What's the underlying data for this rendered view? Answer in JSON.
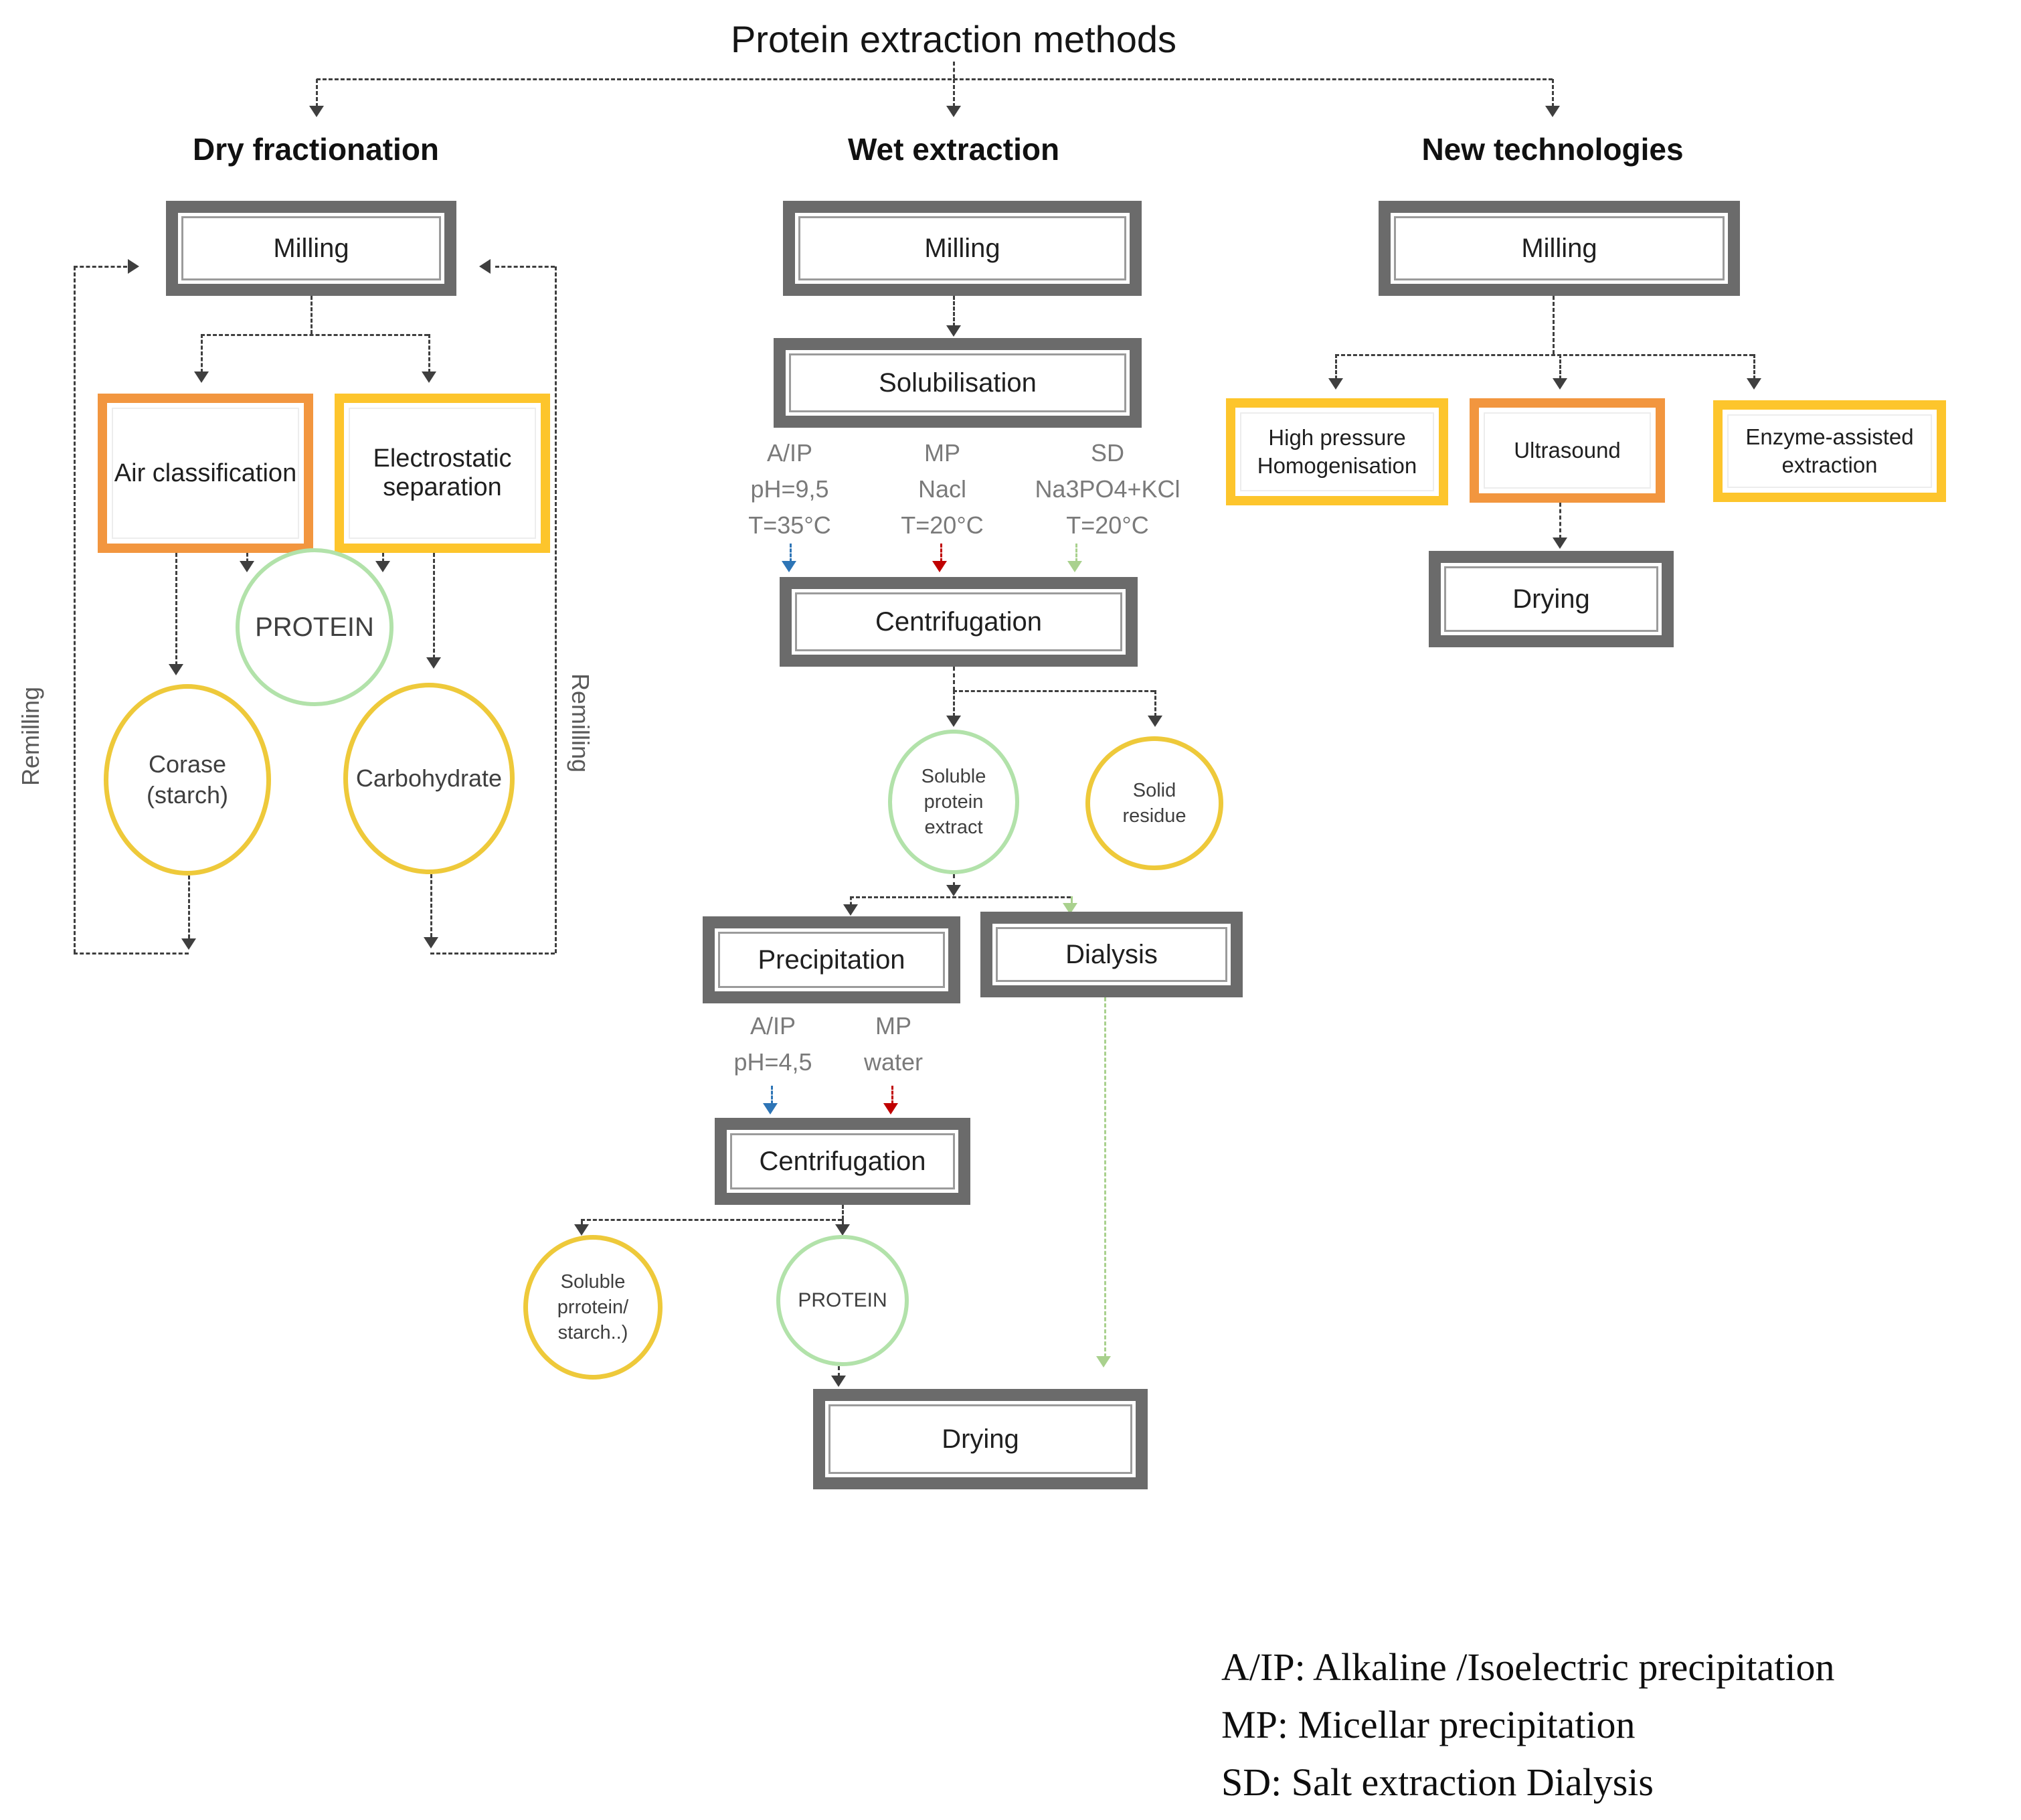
{
  "title": "Protein extraction methods",
  "colors": {
    "box-gray": "#6b6b6b",
    "box-inner-line": "#9b9b9b",
    "orange": "#f2963f",
    "yellow": "#fdc52c",
    "node-green": "#b2e2aa",
    "node-yellow": "#eec93a",
    "line": "#3f3f3f",
    "cond-text": "#7a7a7a",
    "arrow-blue": "#2e75b6",
    "arrow-red": "#c00000",
    "arrow-green": "#a9d18e",
    "text": "#1f1f1f"
  },
  "dry": {
    "header": "Dry fractionation",
    "milling": "Milling",
    "air_classification": "Air classification",
    "electrostatic_separation": "Electrostatic separation",
    "protein": "PROTEIN",
    "coarse_starch": "Corase (starch)",
    "carbohydrate": "Carbohydrate",
    "remilling_left": "Remilling",
    "remilling_right": "Remilling"
  },
  "wet": {
    "header": "Wet extraction",
    "milling": "Milling",
    "solubilisation": "Solubilisation",
    "solubilisation_conditions": [
      {
        "name": "A/IP",
        "detail": "pH=9,5",
        "temp": "T=35°C"
      },
      {
        "name": "MP",
        "detail": "Nacl",
        "temp": "T=20°C"
      },
      {
        "name": "SD",
        "detail": "Na3PO4+KCl",
        "temp": "T=20°C"
      }
    ],
    "centrifugation1": "Centrifugation",
    "soluble_protein_extract": "Soluble protein extract",
    "solid_residue": "Solid residue",
    "precipitation": "Precipitation",
    "dialysis": "Dialysis",
    "precipitation_conditions": [
      {
        "name": "A/IP",
        "detail": "pH=4,5"
      },
      {
        "name": "MP",
        "detail": "water"
      }
    ],
    "centrifugation2": "Centrifugation",
    "soluble_protein_starch": "Soluble prrotein/ starch..)",
    "protein": "PROTEIN",
    "drying": "Drying"
  },
  "new_tech": {
    "header": "New technologies",
    "milling": "Milling",
    "high_pressure": "High pressure Homogenisation",
    "ultrasound": "Ultrasound",
    "enzyme": "Enzyme-assisted extraction",
    "drying": "Drying"
  },
  "legend": {
    "line1": "A/IP: Alkaline /Isoelectric precipitation",
    "line2": "MP: Micellar precipitation",
    "line3": "SD: Salt extraction Dialysis"
  }
}
